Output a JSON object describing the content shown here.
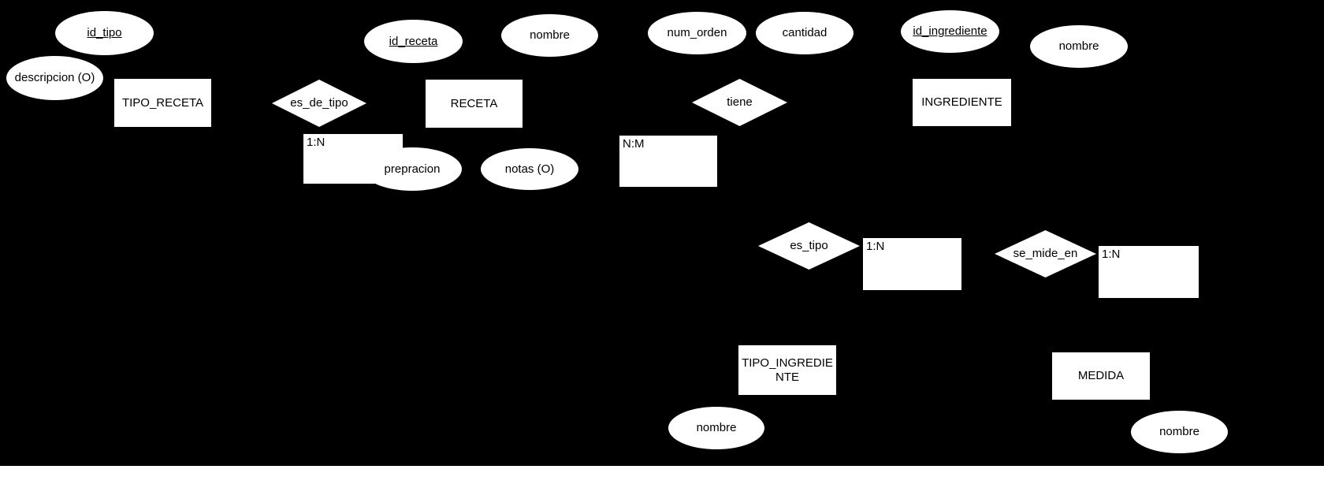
{
  "diagram": {
    "type": "er-diagram",
    "colors": {
      "background": "#000000",
      "shape_fill": "#ffffff",
      "text": "#000000"
    },
    "entities": [
      {
        "name": "tipo-receta",
        "label": "TIPO_RECETA"
      },
      {
        "name": "receta",
        "label": "RECETA"
      },
      {
        "name": "ingrediente",
        "label": "INGREDIENTE"
      },
      {
        "name": "tipo-ingrediente",
        "label": "TIPO_INGREDIENTE"
      },
      {
        "name": "medida",
        "label": "MEDIDA"
      }
    ],
    "relationships": [
      {
        "name": "es-de-tipo",
        "label": "es_de_tipo"
      },
      {
        "name": "tiene",
        "label": "tiene"
      },
      {
        "name": "es-tipo",
        "label": "es_tipo"
      },
      {
        "name": "se-mide-en",
        "label": "se_mide_en"
      }
    ],
    "cardinalities": [
      {
        "name": "es-de-tipo-cardinality",
        "label": "1:N"
      },
      {
        "name": "tiene-cardinality",
        "label": "N:M"
      },
      {
        "name": "es-tipo-cardinality",
        "label": "1:N"
      },
      {
        "name": "se-mide-en-cardinality",
        "label": "1:N"
      }
    ],
    "attributes": [
      {
        "name": "id-tipo",
        "label": "id_tipo",
        "primary_key": true
      },
      {
        "name": "descripcion",
        "label": "descripcion (O)",
        "primary_key": false
      },
      {
        "name": "id-receta",
        "label": "id_receta",
        "primary_key": true
      },
      {
        "name": "receta-nombre",
        "label": "nombre",
        "primary_key": false
      },
      {
        "name": "prepracion",
        "label": "prepracion",
        "primary_key": false
      },
      {
        "name": "notas",
        "label": "notas (O)",
        "primary_key": false
      },
      {
        "name": "num-orden",
        "label": "num_orden",
        "primary_key": false
      },
      {
        "name": "cantidad",
        "label": "cantidad",
        "primary_key": false
      },
      {
        "name": "id-ingrediente",
        "label": "id_ingrediente",
        "primary_key": true
      },
      {
        "name": "ingrediente-nombre",
        "label": "nombre",
        "primary_key": false
      },
      {
        "name": "tipo-ingrediente-nombre",
        "label": "nombre",
        "primary_key": false
      },
      {
        "name": "medida-nombre",
        "label": "nombre",
        "primary_key": false
      }
    ]
  }
}
